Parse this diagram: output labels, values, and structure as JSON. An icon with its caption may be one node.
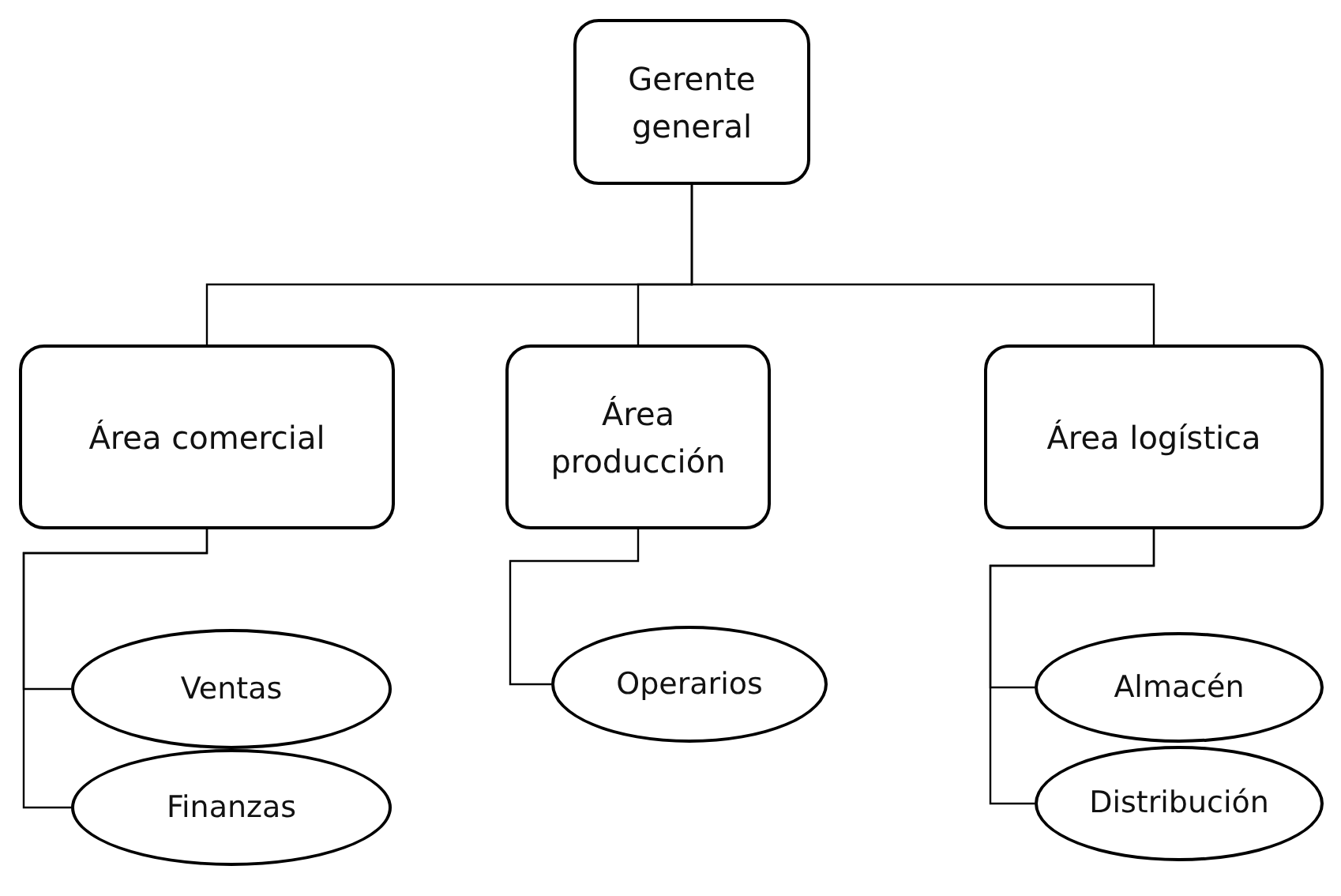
{
  "diagram": {
    "nodes": [
      {
        "text": [
          "Gerente general"
        ]
      },
      {
        "text": [
          "Área comercial"
        ]
      },
      {
        "text": [
          "Área producción"
        ]
      },
      {
        "text": [
          "Área logística"
        ]
      },
      {
        "text": [
          "Ventas"
        ]
      },
      {
        "text": [
          "Finanzas"
        ]
      },
      {
        "text": [
          "Operarios"
        ]
      },
      {
        "text": [
          "Almacén"
        ]
      },
      {
        "text": [
          "Distribución"
        ]
      }
    ],
    "edges": [
      {
        "from": 0,
        "to": 1,
        "arrow": "none"
      },
      {
        "from": 0,
        "to": 2,
        "arrow": "none"
      },
      {
        "from": 0,
        "to": 3,
        "arrow": "none"
      },
      {
        "from": 1,
        "to": 4,
        "arrow": "none"
      },
      {
        "from": 1,
        "to": 5,
        "arrow": "none"
      },
      {
        "from": 2,
        "to": 6,
        "arrow": "none"
      },
      {
        "from": 3,
        "to": 7,
        "arrow": "none"
      },
      {
        "from": 3,
        "to": 8,
        "arrow": "none"
      }
    ]
  }
}
